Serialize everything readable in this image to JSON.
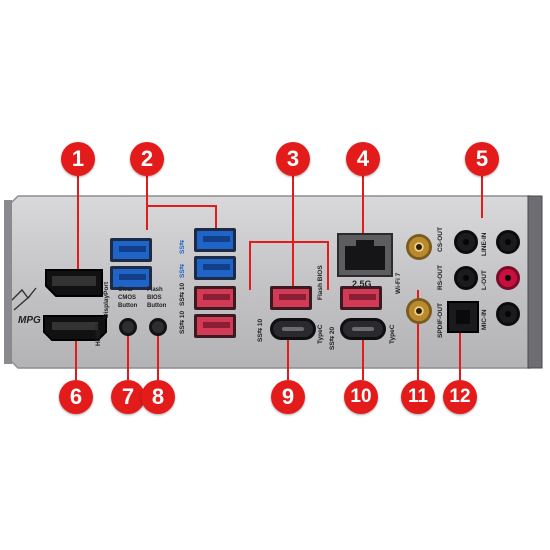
{
  "callouts": [
    "1",
    "2",
    "3",
    "4",
    "5",
    "6",
    "7",
    "8",
    "9",
    "10",
    "11",
    "12"
  ],
  "labels": {
    "brand": "MPG",
    "hdmi": "HDMI™",
    "displayport": "DisplayPort",
    "clear_cmos_1": "Clear",
    "clear_cmos_2": "CMOS",
    "clear_cmos_3": "Button",
    "flash_bios_1": "Flash",
    "flash_bios_2": "BIOS",
    "flash_bios_3": "Button",
    "ss_usb": "SS⇆",
    "ss_usb_10": "SS⇆ 10",
    "ss_usb_20": "SS⇆ 20",
    "typec": "TypeC",
    "flash_bios_port": "Flash BIOS",
    "lan": "2.5G",
    "wifi": "Wi-Fi 7",
    "cs_out": "CS-OUT",
    "line_in": "LINE-IN",
    "rs_out": "RS-OUT",
    "line_out": "L-OUT",
    "spdif": "SPDIF-OUT",
    "mic_in": "MIC-IN"
  },
  "colors": {
    "callout_red": "#e41b1b",
    "plate": "#c9c9cb",
    "usb5g_blue": "#1f64c8",
    "usb10g_red": "#d33a55"
  }
}
